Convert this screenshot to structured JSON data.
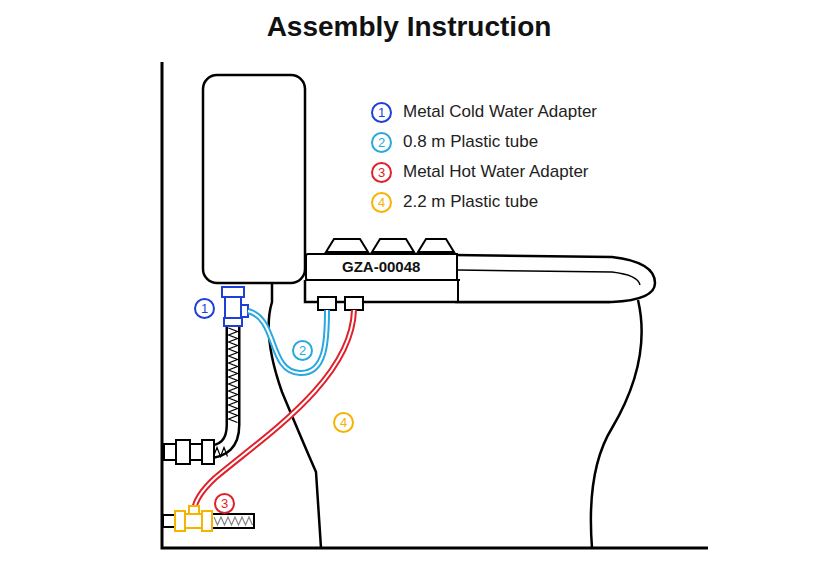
{
  "diagram": {
    "title": "Assembly Instruction",
    "nodes": [
      {
        "text": [
          "GZA-00048"
        ]
      }
    ],
    "labels": [
      "1",
      "2",
      "3",
      "4",
      "1",
      "2",
      "4",
      "3"
    ],
    "legend": [
      {
        "text": "Metal Cold Water Adapter"
      },
      {
        "text": "0.8 m Plastic tube"
      },
      {
        "text": "Metal Hot Water Adapter"
      },
      {
        "text": "2.2 m Plastic tube"
      }
    ]
  }
}
